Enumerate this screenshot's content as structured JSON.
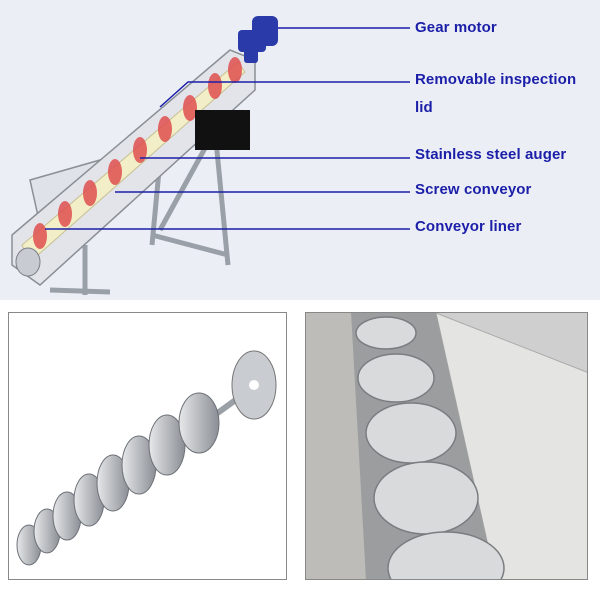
{
  "labels": {
    "gear_motor": "Gear motor",
    "inspection_lid_1": "Removable inspection",
    "inspection_lid_2": "lid",
    "auger": "Stainless steel auger",
    "screw_conveyor": "Screw conveyor",
    "liner": "Conveyor liner"
  },
  "colors": {
    "label": "#1b1fa8",
    "leader": "#1b1fa8",
    "flight": "#e05050",
    "motor": "#2a3aa8"
  }
}
